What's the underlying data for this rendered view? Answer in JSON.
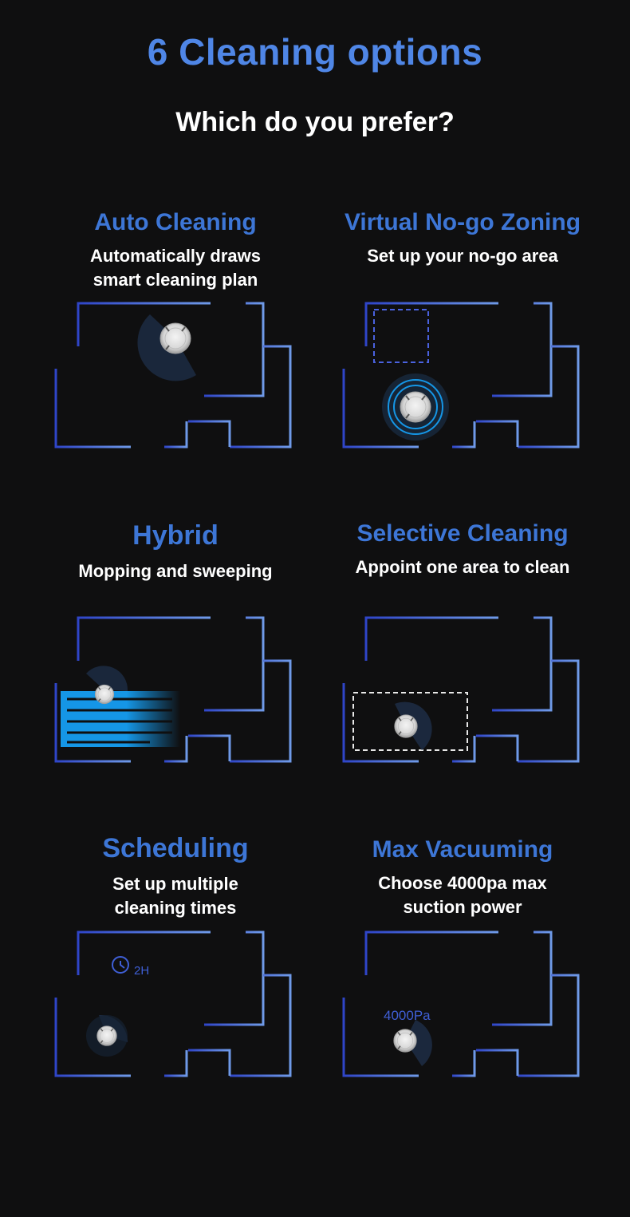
{
  "header": {
    "title": "6 Cleaning options",
    "subtitle": "Which do you prefer?"
  },
  "options": [
    {
      "title": "Auto Cleaning",
      "description": "Automatically draws\nsmart cleaning plan"
    },
    {
      "title": "Virtual No-go Zoning",
      "description": "Set up your no-go area"
    },
    {
      "title": "Hybrid",
      "description": "Mopping and sweeping"
    },
    {
      "title": "Selective Cleaning",
      "description": "Appoint one area to clean"
    },
    {
      "title": "Scheduling",
      "description": "Set up multiple\ncleaning times"
    },
    {
      "title": "Max Vacuuming",
      "description": "Choose 4000pa max\nsuction power"
    }
  ],
  "maps": {
    "schedule_label": "2H",
    "suction_label": "4000Pa"
  },
  "colors": {
    "title_blue": "#4f86e6",
    "option_blue": "#3d76d6",
    "wall_blue": "#3f5fd6",
    "mop_blue": "#1596e6",
    "no_go_dash": "#4a62e0",
    "background": "#0f0f10"
  },
  "icons": [
    "robot-vacuum-icon",
    "clock-icon"
  ]
}
